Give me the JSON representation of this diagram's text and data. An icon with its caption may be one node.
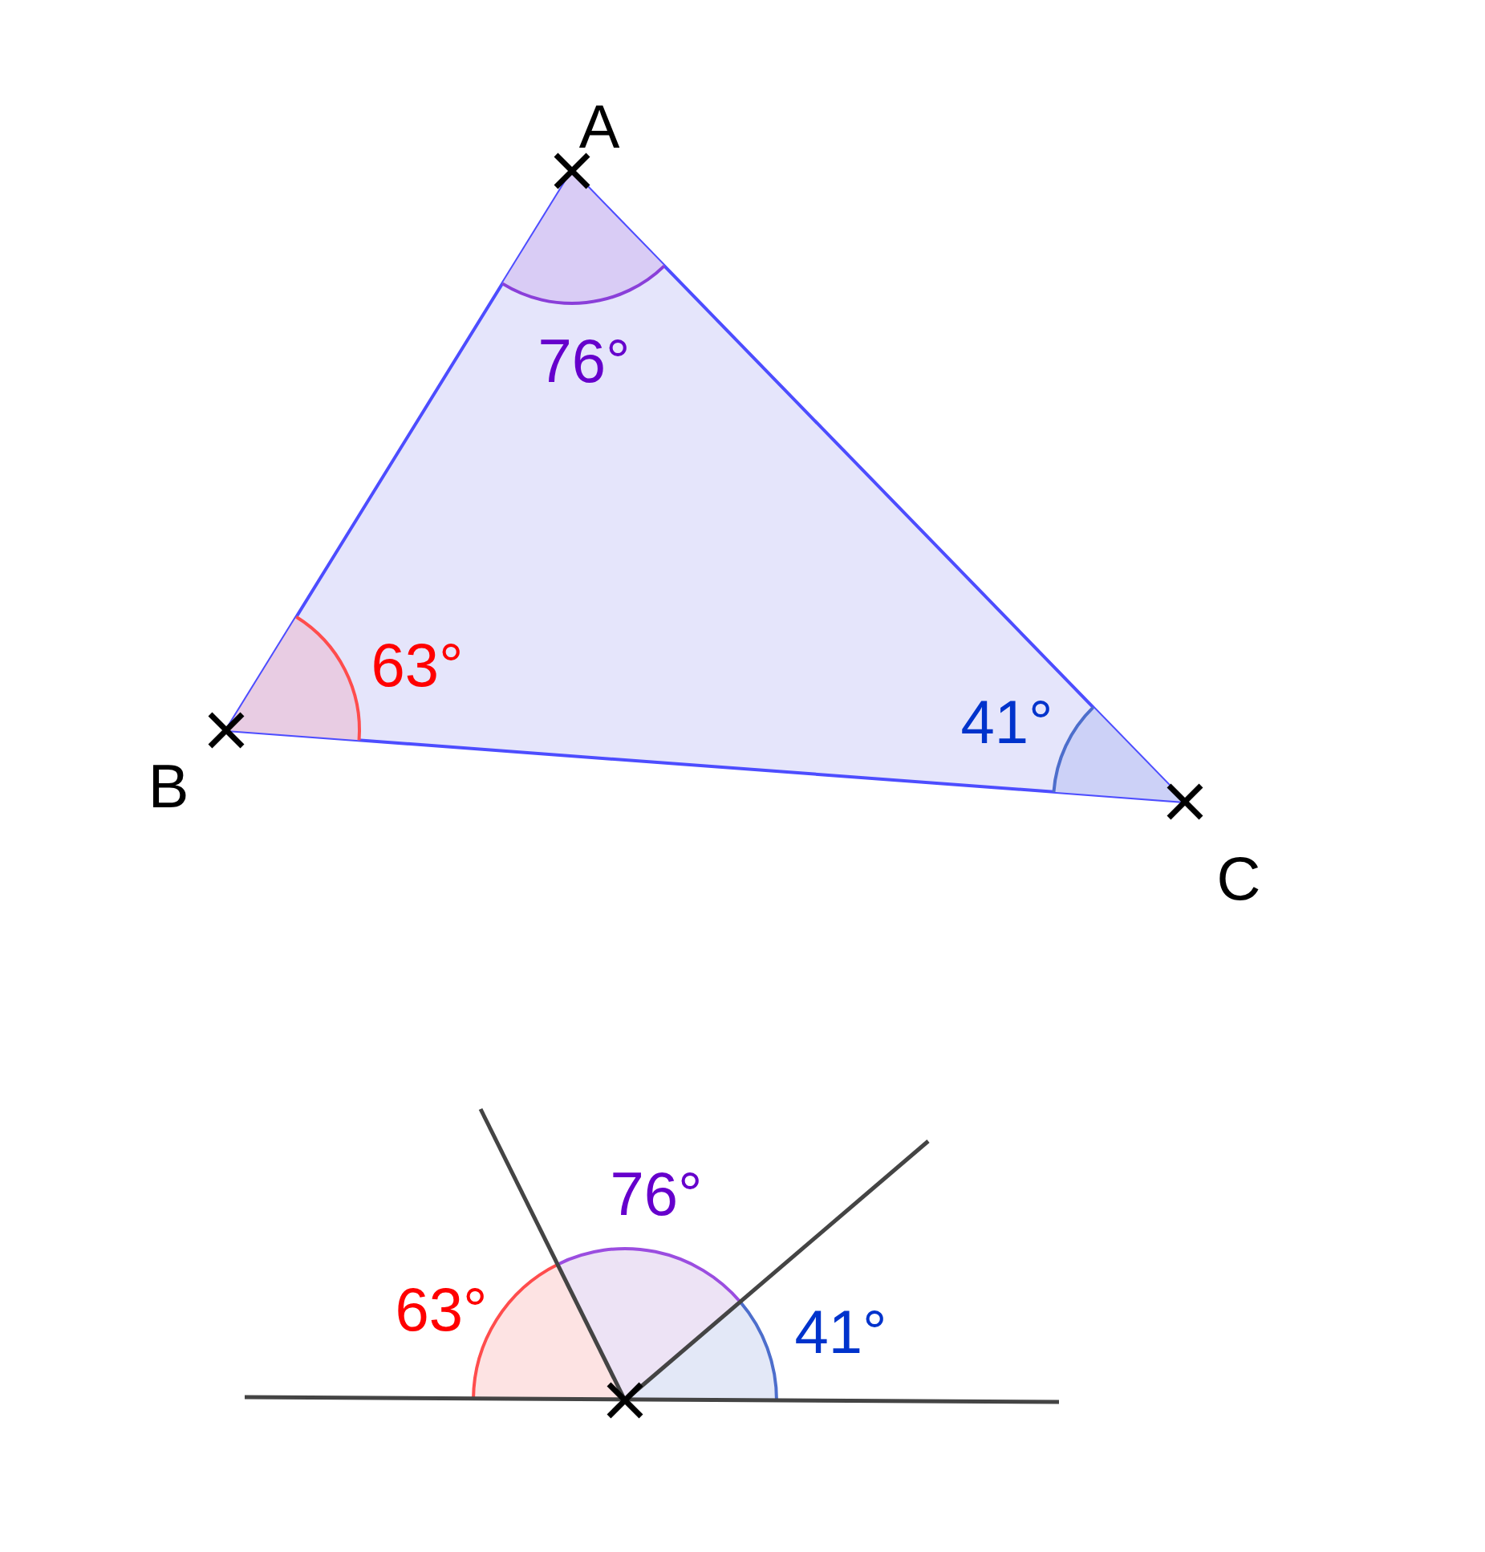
{
  "diagram": {
    "labels": [
      "A",
      "76°",
      "63°",
      "41°",
      "B",
      "C",
      "76°",
      "63°",
      "41°"
    ]
  }
}
